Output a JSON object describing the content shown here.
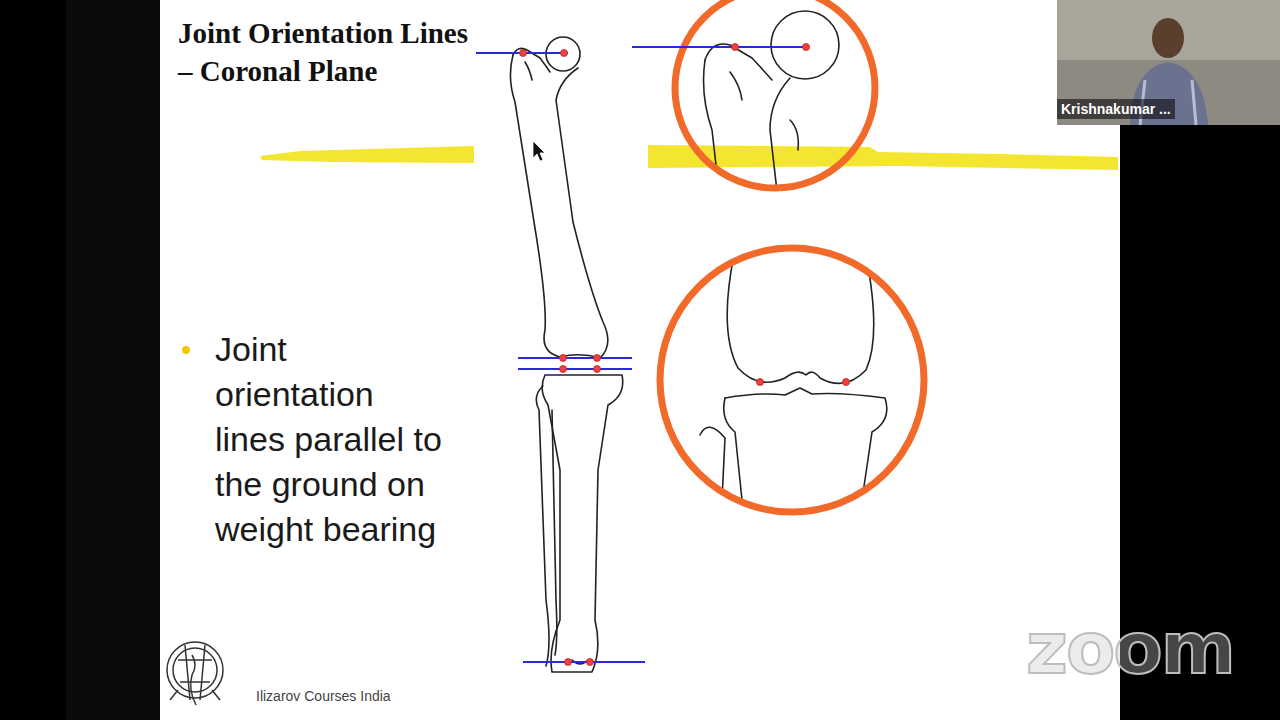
{
  "diagram": {
    "title": "Joint Orientation Lines – Coronal Plane",
    "nodes": [
      {
        "text": [
          "Krishnakumar ..."
        ]
      }
    ],
    "labels": [
      "Joint orientation lines parallel to the ground on weight bearing",
      "Ilizarov Courses India",
      "zoom"
    ]
  }
}
